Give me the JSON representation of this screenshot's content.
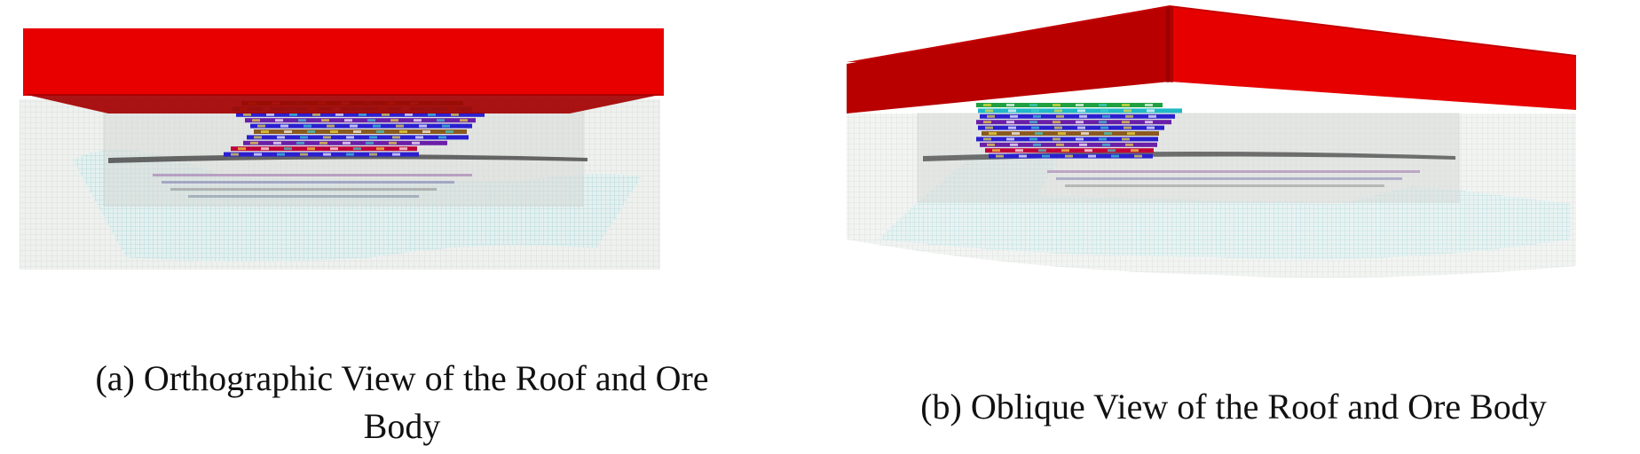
{
  "figure": {
    "panel_a": {
      "caption": "(a) Orthographic View of the Roof and Ore Body",
      "caption_line1": "(a) Orthographic View of the Roof and Ore",
      "caption_line2": "Body"
    },
    "panel_b": {
      "caption": "(b) Oblique View of the Roof and Ore Body"
    },
    "colors": {
      "roof_front": "#e80000",
      "roof_underside": "#a40000",
      "roof_top": "#c00000",
      "roof_side": "#980000",
      "ore_blue": "#2b1fd0",
      "ore_purple": "#6a1fa8",
      "ore_green": "#20a040",
      "ore_cyan": "#20b8c8",
      "ore_brown": "#8a5a20",
      "ore_red": "#c0003a",
      "rock_mass": "#d8dcd8",
      "lower_mesh": "#8cc8c8"
    }
  }
}
